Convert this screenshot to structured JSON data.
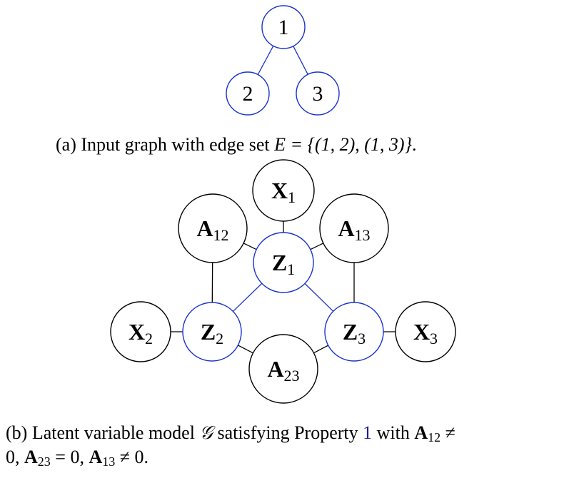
{
  "graph_a": {
    "nodes": [
      {
        "id": "1",
        "label": "1"
      },
      {
        "id": "2",
        "label": "2"
      },
      {
        "id": "3",
        "label": "3"
      }
    ],
    "edges": [
      [
        "1",
        "2"
      ],
      [
        "1",
        "3"
      ]
    ]
  },
  "graph_b": {
    "nodes": [
      {
        "id": "X1",
        "main": "X",
        "sub": "1",
        "kind": "observed"
      },
      {
        "id": "A12",
        "main": "A",
        "sub": "12",
        "kind": "observed"
      },
      {
        "id": "A13",
        "main": "A",
        "sub": "13",
        "kind": "observed"
      },
      {
        "id": "Z1",
        "main": "Z",
        "sub": "1",
        "kind": "latent"
      },
      {
        "id": "X2",
        "main": "X",
        "sub": "2",
        "kind": "observed"
      },
      {
        "id": "Z2",
        "main": "Z",
        "sub": "2",
        "kind": "latent"
      },
      {
        "id": "Z3",
        "main": "Z",
        "sub": "3",
        "kind": "latent"
      },
      {
        "id": "X3",
        "main": "X",
        "sub": "3",
        "kind": "observed"
      },
      {
        "id": "A23",
        "main": "A",
        "sub": "23",
        "kind": "observed"
      }
    ],
    "edges": [
      {
        "from": "X1",
        "to": "Z1",
        "kind": "observed"
      },
      {
        "from": "A12",
        "to": "Z1",
        "kind": "observed"
      },
      {
        "from": "A13",
        "to": "Z1",
        "kind": "observed"
      },
      {
        "from": "A12",
        "to": "Z2",
        "kind": "observed"
      },
      {
        "from": "A13",
        "to": "Z3",
        "kind": "observed"
      },
      {
        "from": "X2",
        "to": "Z2",
        "kind": "observed"
      },
      {
        "from": "X3",
        "to": "Z3",
        "kind": "observed"
      },
      {
        "from": "A23",
        "to": "Z2",
        "kind": "observed"
      },
      {
        "from": "A23",
        "to": "Z3",
        "kind": "observed"
      },
      {
        "from": "Z1",
        "to": "Z2",
        "kind": "latent"
      },
      {
        "from": "Z1",
        "to": "Z3",
        "kind": "latent"
      }
    ]
  },
  "colors": {
    "latent": "#1a33cc",
    "observed": "#000000",
    "reference": "#1a1aa6"
  },
  "caption_a": {
    "prefix": "(a) Input graph with edge set ",
    "math": "E = {(1, 2), (1, 3)}",
    "suffix": "."
  },
  "caption_b": {
    "line1_prefix": "(b) Latent variable model ",
    "model_symbol": "𝒢",
    "line1_mid": " satisfying Property ",
    "property_ref": "1",
    "line1_with": " with ",
    "a12_main": "A",
    "a12_sub": "12",
    "a12_rel": " ≠",
    "line2_start": "0, ",
    "a23_main": "A",
    "a23_sub": "23",
    "a23_rel": " = 0, ",
    "a13_main": "A",
    "a13_sub": "13",
    "a13_rel": " ≠ 0."
  }
}
